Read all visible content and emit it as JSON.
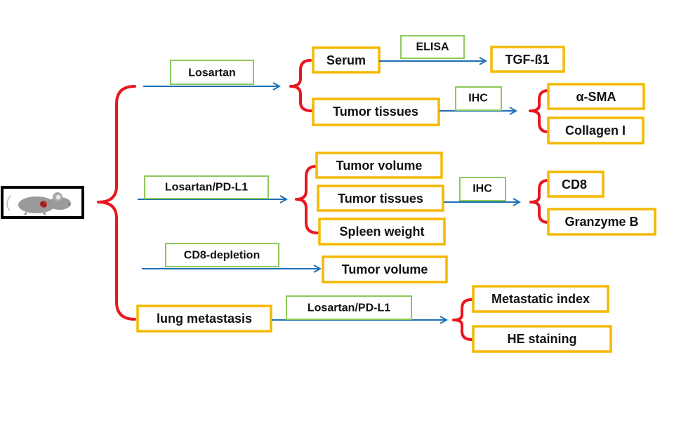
{
  "colors": {
    "outcome_border": "#f5b800",
    "method_border": "#8cc95a",
    "arrow": "#1f6eb4",
    "brace": "#e8171f",
    "mouse": "#9a9a9a",
    "tumor": "#c0262b"
  },
  "subject": {
    "icon": "mouse-icon"
  },
  "branches": {
    "losartan": {
      "treatment": "Losartan",
      "serum": "Serum",
      "serum_method": "ELISA",
      "serum_result": "TGF-ß1",
      "tissue": "Tumor tissues",
      "tissue_method": "IHC",
      "tissue_results": [
        "α-SMA",
        "Collagen I"
      ]
    },
    "combo": {
      "treatment": "Losartan/PD-L1",
      "outcomes": [
        "Tumor volume",
        "Tumor tissues",
        "Spleen weight"
      ],
      "tissue_method": "IHC",
      "tissue_results": [
        "CD8",
        "Granzyme B"
      ]
    },
    "depletion": {
      "treatment": "CD8-depletion",
      "outcome": "Tumor volume"
    },
    "metastasis": {
      "model": "lung metastasis",
      "treatment": "Losartan/PD-L1",
      "outcomes": [
        "Metastatic index",
        "HE staining"
      ]
    }
  }
}
